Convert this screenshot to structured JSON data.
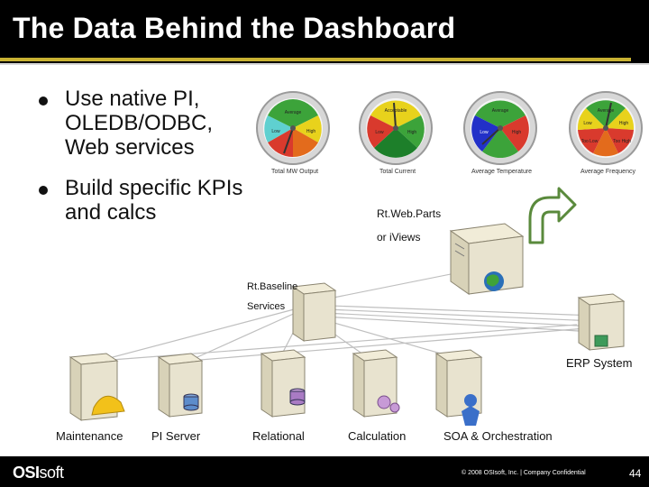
{
  "slide": {
    "title": "The Data Behind the Dashboard",
    "bullets": [
      "Use native PI, OLEDB/ODBC, Web services",
      "Build specific KPIs and calcs"
    ]
  },
  "gauges": [
    {
      "caption": "Total MW Output",
      "zones": [
        "Average",
        "Low",
        "High"
      ]
    },
    {
      "caption": "Total Current",
      "zones": [
        "Acceptable",
        "Low",
        "High"
      ]
    },
    {
      "caption": "Average Temperature",
      "zones": [
        "Average",
        "Low",
        "High"
      ]
    },
    {
      "caption": "Average Frequency",
      "zones": [
        "Average",
        "Low",
        "High",
        "Too Low",
        "Too High"
      ]
    }
  ],
  "labels": {
    "rtwebparts_line1": "Rt.Web.Parts",
    "rtwebparts_line2": "or iViews",
    "rtbaseline_line1": "Rt.Baseline",
    "rtbaseline_line2": "Services",
    "erp": "ERP System"
  },
  "nodes": [
    "Maintenance",
    "PI Server",
    "Relational",
    "Calculation",
    "SOA & Orchestration"
  ],
  "footer": {
    "logo_main": "OSI",
    "logo_sub": "soft",
    "copyright": "© 2008 OSIsoft, Inc.  |  Company Confidential",
    "page_number": "44"
  },
  "colors": {
    "accent": "#c9b232",
    "server": "#e8e3cf"
  }
}
